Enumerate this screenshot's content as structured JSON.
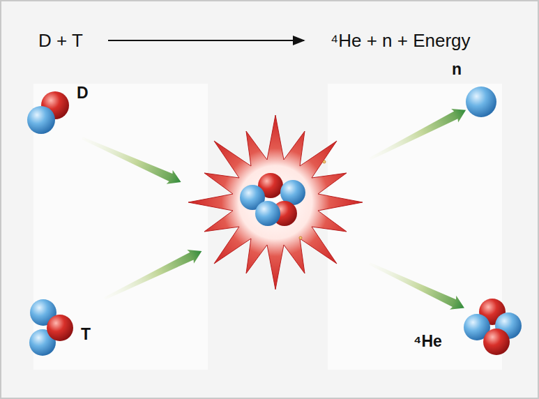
{
  "diagram": {
    "labels": [
      "D + T",
      "⁴He + n + Energy",
      "D",
      "n",
      "T",
      "⁴He"
    ]
  }
}
